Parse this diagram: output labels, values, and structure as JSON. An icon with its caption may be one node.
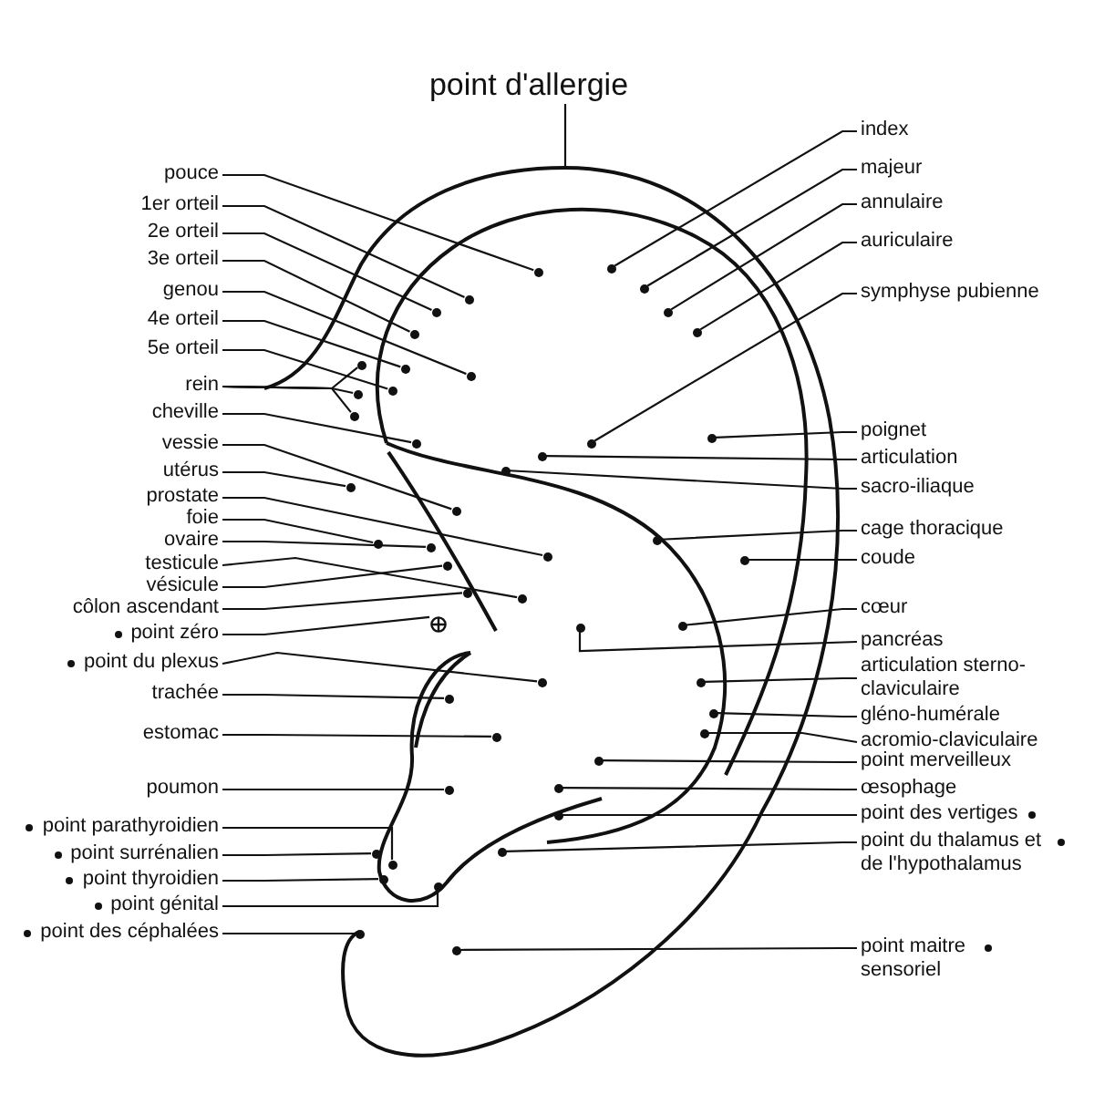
{
  "diagram": {
    "nodes": [
      {
        "text": [
          "point d'allergie"
        ]
      },
      {
        "text": [
          "pouce"
        ]
      },
      {
        "text": [],
        "shape": "circle"
      },
      {
        "text": [
          "1er orteil"
        ]
      },
      {
        "text": [],
        "shape": "circle"
      },
      {
        "text": [
          "2e orteil"
        ]
      },
      {
        "text": [],
        "shape": "circle"
      },
      {
        "text": [
          "3e orteil"
        ]
      },
      {
        "text": [],
        "shape": "circle"
      },
      {
        "text": [
          "genou"
        ]
      },
      {
        "text": [],
        "shape": "circle"
      },
      {
        "text": [
          "4e orteil"
        ]
      },
      {
        "text": [],
        "shape": "circle"
      },
      {
        "text": [
          "5e orteil"
        ]
      },
      {
        "text": [],
        "shape": "circle"
      },
      {
        "text": [
          "rein"
        ]
      },
      {
        "text": [],
        "shape": "circle"
      },
      {
        "text": [],
        "shape": "circle"
      },
      {
        "text": [],
        "shape": "circle"
      },
      {
        "text": [
          "cheville"
        ]
      },
      {
        "text": [],
        "shape": "circle"
      },
      {
        "text": [
          "vessie"
        ]
      },
      {
        "text": [],
        "shape": "circle"
      },
      {
        "text": [
          "utérus"
        ]
      },
      {
        "text": [],
        "shape": "circle"
      },
      {
        "text": [
          "prostate"
        ]
      },
      {
        "text": [],
        "shape": "circle"
      },
      {
        "text": [
          "foie"
        ]
      },
      {
        "text": [],
        "shape": "circle"
      },
      {
        "text": [
          "ovaire"
        ]
      },
      {
        "text": [],
        "shape": "circle"
      },
      {
        "text": [
          "testicule"
        ]
      },
      {
        "text": [],
        "shape": "circle"
      },
      {
        "text": [
          "vésicule"
        ]
      },
      {
        "text": [],
        "shape": "circle"
      },
      {
        "text": [
          "côlon ascendant"
        ]
      },
      {
        "text": [],
        "shape": "circle"
      },
      {
        "text": [
          "point zéro"
        ]
      },
      {
        "text": [],
        "shape": "circle"
      },
      {
        "text": [
          "point du plexus"
        ]
      },
      {
        "text": [],
        "shape": "circle"
      },
      {
        "text": [
          "trachée"
        ]
      },
      {
        "text": [],
        "shape": "circle"
      },
      {
        "text": [
          "estomac"
        ]
      },
      {
        "text": [],
        "shape": "circle"
      },
      {
        "text": [
          "poumon"
        ]
      },
      {
        "text": [],
        "shape": "circle"
      },
      {
        "text": [
          "point parathyroidien"
        ]
      },
      {
        "text": [],
        "shape": "circle"
      },
      {
        "text": [
          "point surrénalien"
        ]
      },
      {
        "text": [],
        "shape": "circle"
      },
      {
        "text": [
          "point thyroidien"
        ]
      },
      {
        "text": [],
        "shape": "circle"
      },
      {
        "text": [
          "point génital"
        ]
      },
      {
        "text": [],
        "shape": "circle"
      },
      {
        "text": [
          "point des céphalées"
        ]
      },
      {
        "text": [],
        "shape": "circle"
      },
      {
        "text": [
          "index"
        ]
      },
      {
        "text": [],
        "shape": "circle"
      },
      {
        "text": [
          "majeur"
        ]
      },
      {
        "text": [],
        "shape": "circle"
      },
      {
        "text": [
          "annulaire"
        ]
      },
      {
        "text": [],
        "shape": "circle"
      },
      {
        "text": [
          "auriculaire"
        ]
      },
      {
        "text": [],
        "shape": "circle"
      },
      {
        "text": [
          "symphyse pubienne"
        ]
      },
      {
        "text": [],
        "shape": "circle"
      },
      {
        "text": [
          "poignet"
        ]
      },
      {
        "text": [],
        "shape": "circle"
      },
      {
        "text": [
          "articulation"
        ]
      },
      {
        "text": [],
        "shape": "circle"
      },
      {
        "text": [
          "sacro-iliaque"
        ]
      },
      {
        "text": [],
        "shape": "circle"
      },
      {
        "text": [
          "cage thoracique"
        ]
      },
      {
        "text": [],
        "shape": "circle"
      },
      {
        "text": [
          "coude"
        ]
      },
      {
        "text": [],
        "shape": "circle"
      },
      {
        "text": [
          "cœur"
        ]
      },
      {
        "text": [],
        "shape": "circle"
      },
      {
        "text": [
          "pancréas"
        ]
      },
      {
        "text": [],
        "shape": "circle"
      },
      {
        "text": [
          "articulation sterno-claviculaire"
        ]
      },
      {
        "text": [],
        "shape": "circle"
      },
      {
        "text": [
          "gléno-humérale"
        ]
      },
      {
        "text": [],
        "shape": "circle"
      },
      {
        "text": [
          "acromio-claviculaire"
        ]
      },
      {
        "text": [],
        "shape": "circle"
      },
      {
        "text": [
          "point merveilleux"
        ]
      },
      {
        "text": [],
        "shape": "circle"
      },
      {
        "text": [
          "œsophage"
        ]
      },
      {
        "text": [],
        "shape": "circle"
      },
      {
        "text": [
          "point des vertiges"
        ]
      },
      {
        "text": [],
        "shape": "circle"
      },
      {
        "text": [
          "point du thalamus et de l'hypothalamus"
        ]
      },
      {
        "text": [],
        "shape": "circle"
      },
      {
        "text": [
          "point maitre sensoriel"
        ]
      },
      {
        "text": [],
        "shape": "circle"
      }
    ],
    "edges": [
      {
        "from": 0,
        "to": null,
        "arrow": "none"
      },
      {
        "from": 1,
        "to": 2,
        "arrow": "none"
      },
      {
        "from": 3,
        "to": 4,
        "arrow": "none"
      },
      {
        "from": 5,
        "to": 6,
        "arrow": "none"
      },
      {
        "from": 7,
        "to": 8,
        "arrow": "none"
      },
      {
        "from": 9,
        "to": 10,
        "arrow": "none"
      },
      {
        "from": 11,
        "to": 12,
        "arrow": "none"
      },
      {
        "from": 13,
        "to": 14,
        "arrow": "none"
      },
      {
        "from": 15,
        "to": 16,
        "arrow": "none"
      },
      {
        "from": 15,
        "to": 17,
        "arrow": "none"
      },
      {
        "from": 15,
        "to": 18,
        "arrow": "none"
      },
      {
        "from": 19,
        "to": 20,
        "arrow": "none"
      },
      {
        "from": 21,
        "to": 22,
        "arrow": "none"
      },
      {
        "from": 23,
        "to": 24,
        "arrow": "none"
      },
      {
        "from": 25,
        "to": 26,
        "arrow": "none"
      },
      {
        "from": 27,
        "to": 28,
        "arrow": "none"
      },
      {
        "from": 29,
        "to": 30,
        "arrow": "none"
      },
      {
        "from": 31,
        "to": 32,
        "arrow": "none"
      },
      {
        "from": 33,
        "to": 34,
        "arrow": "none"
      },
      {
        "from": 35,
        "to": 36,
        "arrow": "none"
      },
      {
        "from": 37,
        "to": 38,
        "arrow": "none"
      },
      {
        "from": 39,
        "to": 40,
        "arrow": "none"
      },
      {
        "from": 41,
        "to": 42,
        "arrow": "none"
      },
      {
        "from": 43,
        "to": 44,
        "arrow": "none"
      },
      {
        "from": 45,
        "to": 46,
        "arrow": "none"
      },
      {
        "from": 47,
        "to": 48,
        "arrow": "none"
      },
      {
        "from": 49,
        "to": 50,
        "arrow": "none"
      },
      {
        "from": 51,
        "to": 52,
        "arrow": "none"
      },
      {
        "from": 53,
        "to": 54,
        "arrow": "none"
      },
      {
        "from": 55,
        "to": 56,
        "arrow": "none"
      },
      {
        "from": 57,
        "to": 58,
        "arrow": "none"
      },
      {
        "from": 59,
        "to": 60,
        "arrow": "none"
      },
      {
        "from": 61,
        "to": 62,
        "arrow": "none"
      },
      {
        "from": 63,
        "to": 64,
        "arrow": "none"
      },
      {
        "from": 65,
        "to": 66,
        "arrow": "none"
      },
      {
        "from": 67,
        "to": 68,
        "arrow": "none"
      },
      {
        "from": 69,
        "to": 70,
        "arrow": "none"
      },
      {
        "from": 71,
        "to": 72,
        "arrow": "none"
      },
      {
        "from": 73,
        "to": 74,
        "arrow": "none"
      },
      {
        "from": 75,
        "to": 76,
        "arrow": "none"
      },
      {
        "from": 77,
        "to": 78,
        "arrow": "none"
      },
      {
        "from": 79,
        "to": 80,
        "arrow": "none"
      },
      {
        "from": 81,
        "to": 82,
        "arrow": "none"
      },
      {
        "from": 83,
        "to": 84,
        "arrow": "none"
      },
      {
        "from": 85,
        "to": 86,
        "arrow": "none"
      },
      {
        "from": 87,
        "to": 88,
        "arrow": "none"
      },
      {
        "from": 89,
        "to": 90,
        "arrow": "none"
      },
      {
        "from": 91,
        "to": 92,
        "arrow": "none"
      },
      {
        "from": 93,
        "to": 94,
        "arrow": "none"
      },
      {
        "from": 95,
        "to": 96,
        "arrow": "none"
      }
    ]
  }
}
